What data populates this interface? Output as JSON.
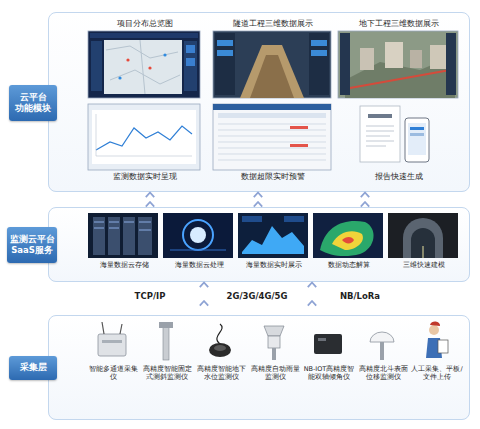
{
  "diagram": {
    "nodes": [
      {
        "text": [
          "云平台 功能模块"
        ]
      },
      {
        "text": [
          "项目分布总览图"
        ],
        "in": 0
      },
      {
        "text": [
          "隧道工程三维数据展示"
        ],
        "in": 0
      },
      {
        "text": [
          "地下工程三维数据展示"
        ],
        "in": 0
      },
      {
        "text": [
          "监测数据实时呈现"
        ],
        "in": 0
      },
      {
        "text": [
          "数据超限实时预警"
        ],
        "in": 0
      },
      {
        "text": [
          "报告快速生成"
        ],
        "in": 0
      },
      {
        "text": [
          "监测云平台 SaaS服务"
        ]
      },
      {
        "text": [
          "海量数据云存储"
        ],
        "in": 7
      },
      {
        "text": [
          "海量数据云处理"
        ],
        "in": 7
      },
      {
        "text": [
          "海量数据实时展示"
        ],
        "in": 7
      },
      {
        "text": [
          "数据动态解算"
        ],
        "in": 7
      },
      {
        "text": [
          "三维快速建模"
        ],
        "in": 7
      },
      {
        "text": [
          "采集层"
        ]
      },
      {
        "text": [
          "智能多通道采集仪"
        ],
        "in": 13
      },
      {
        "text": [
          "高精度智能固定式测斜监测仪"
        ],
        "in": 13
      },
      {
        "text": [
          "高精度智能地下水位监测仪"
        ],
        "in": 13
      },
      {
        "text": [
          "高精度自动雨量监测仪"
        ],
        "in": 13
      },
      {
        "text": [
          "NB-IOT高精度智能双轴倾角仪"
        ],
        "in": 13
      },
      {
        "text": [
          "高精度北斗表面位移监测仪"
        ],
        "in": 13
      },
      {
        "text": [
          "人工采集、平板/文件上传"
        ],
        "in": 13
      }
    ],
    "edges": [
      {
        "from": 7,
        "to": 0,
        "arrow": "to"
      },
      {
        "from": 7,
        "to": 0,
        "arrow": "to"
      },
      {
        "from": 7,
        "to": 0,
        "arrow": "to"
      },
      {
        "from": 13,
        "to": 7,
        "arrow": "to"
      },
      {
        "from": 13,
        "to": 7,
        "arrow": "to"
      }
    ],
    "labels": [
      "TCP/IP",
      "2G/3G/4G/5G",
      "NB/LoRa"
    ]
  }
}
